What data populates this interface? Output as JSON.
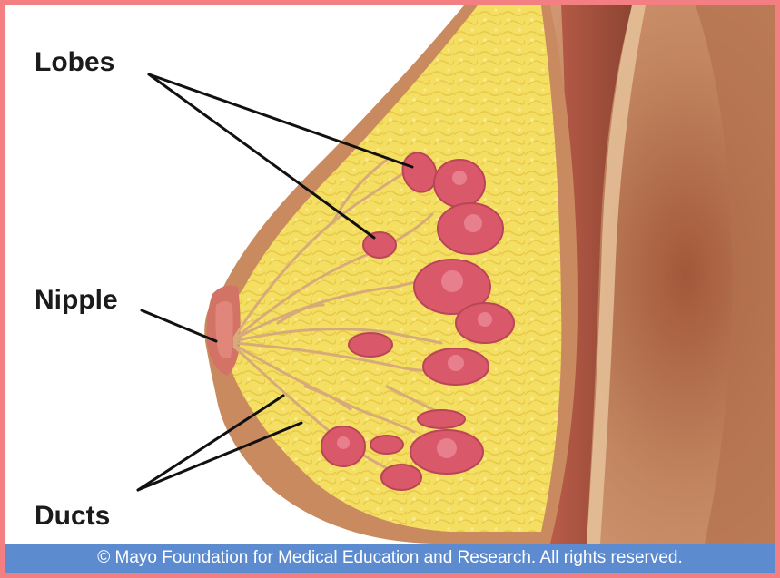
{
  "labels": {
    "lobes": "Lobes",
    "nipple": "Nipple",
    "ducts": "Ducts"
  },
  "copyright": "© Mayo Foundation for Medical Education and Research. All rights reserved.",
  "colors": {
    "frame": "#f47f82",
    "background": "#ffffff",
    "skin": "#c98a5f",
    "muscle": "#b65a4a",
    "fat": "#f3dc5b",
    "lobule": "#d9586a",
    "duct": "#d9b07d",
    "banner": "#5d8bcf"
  }
}
